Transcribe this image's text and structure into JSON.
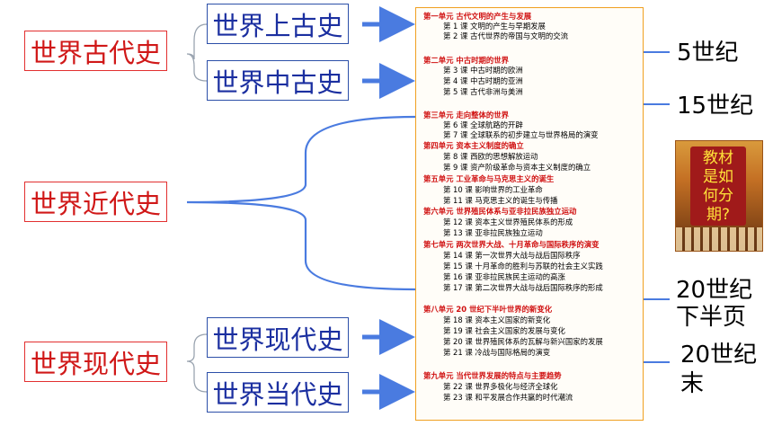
{
  "eras": {
    "ancient": "世界古代史",
    "early_modern": "世界近代史",
    "modern": "世界现代史"
  },
  "periods": {
    "antiquity": "世界上古史",
    "middle_ages": "世界中古史",
    "modern": "世界现代史",
    "contemporary": "世界当代史"
  },
  "toc": [
    {
      "title": "第一单元 古代文明的产生与发展",
      "lessons": [
        "第 1 课 文明的产生与早期发展",
        "第 2 课 古代世界的帝国与文明的交流"
      ]
    },
    {
      "title": "第二单元 中古时期的世界",
      "lessons": [
        "第 3 课 中古时期的欧洲",
        "第 4 课 中古时期的亚洲",
        "第 5 课 古代非洲与美洲"
      ]
    },
    {
      "title": "第三单元 走向整体的世界",
      "lessons": [
        "第 6 课 全球航路的开辟",
        "第 7 课 全球联系的初步建立与世界格局的演变"
      ]
    },
    {
      "title": "第四单元 资本主义制度的确立",
      "lessons": [
        "第 8 课 西欧的思想解放运动",
        "第 9 课 资产阶级革命与资本主义制度的确立"
      ]
    },
    {
      "title": "第五单元 工业革命与马克思主义的诞生",
      "lessons": [
        "第 10 课 影响世界的工业革命",
        "第 11 课 马克思主义的诞生与传播"
      ]
    },
    {
      "title": "第六单元 世界殖民体系与亚非拉民族独立运动",
      "lessons": [
        "第 12 课 资本主义世界殖民体系的形成",
        "第 13 课 亚非拉民族独立运动"
      ]
    },
    {
      "title": "第七单元 两次世界大战、十月革命与国际秩序的演变",
      "lessons": [
        "第 14 课 第一次世界大战与战后国际秩序",
        "第 15 课 十月革命的胜利与苏联的社会主义实践",
        "第 16 课 亚非拉民族民主运动的高涨",
        "第 17 课 第二次世界大战与战后国际秩序的形成"
      ]
    },
    {
      "title": "第八单元 20 世纪下半叶世界的新变化",
      "lessons": [
        "第 18 课 资本主义国家的新变化",
        "第 19 课 社会主义国家的发展与变化",
        "第 20 课 世界殖民体系的瓦解与新兴国家的发展",
        "第 21 课 冷战与国际格局的演变"
      ]
    },
    {
      "title": "第九单元 当代世界发展的特点与主要趋势",
      "lessons": [
        "第 22 课 世界多极化与经济全球化",
        "第 23 课 和平发展合作共赢的时代潮流"
      ]
    }
  ],
  "markers": {
    "c5": "5世纪",
    "c15": "15世纪",
    "c20_half_1": "20世纪",
    "c20_half_2": "下半页",
    "c20_end_1": "20世纪",
    "c20_end_2": "末"
  },
  "book_question": "教材\n是如\n何分\n期?",
  "colors": {
    "era_red": "#d01818",
    "period_blue": "#1b2fa0",
    "arrow_blue": "#4a7be0",
    "bracket_blue": "#4a7be0",
    "unit_red": "#d01010"
  }
}
